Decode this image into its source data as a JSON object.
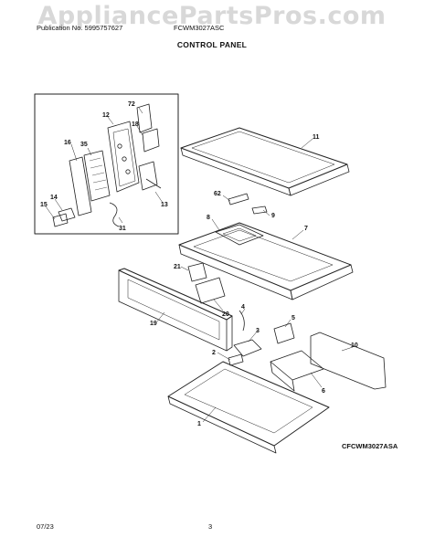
{
  "watermark": "AppliancePartsPros.com",
  "header": {
    "publication": "Publication No. 5995757627",
    "model": "FCWM3027ASC"
  },
  "title": "CONTROL PANEL",
  "diagram_code": "CFCWM3027ASA",
  "footer": {
    "date": "07/23",
    "page": "3"
  },
  "callouts": [
    "72",
    "12",
    "18",
    "16",
    "35",
    "11",
    "62",
    "9",
    "8",
    "7",
    "15",
    "14",
    "13",
    "31",
    "21",
    "4",
    "5",
    "3",
    "20",
    "19",
    "2",
    "10",
    "6",
    "1"
  ]
}
